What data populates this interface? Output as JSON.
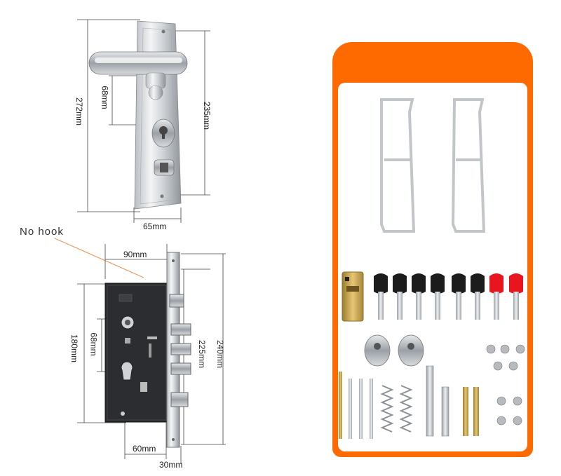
{
  "labels": {
    "no_hook": "No hook",
    "handle_height": "272mm",
    "handle_knob_offset": "68mm",
    "handle_plate_span": "235mm",
    "handle_width": "65mm",
    "body_width": "90mm",
    "body_height": "180mm",
    "body_spindle_offset": "68mm",
    "faceplate_inner": "225mm",
    "faceplate_outer": "240mm",
    "backset": "60mm",
    "faceplate_width": "30mm"
  },
  "colors": {
    "accent_orange": "#ff6a00",
    "key_black": "#1c1c1c",
    "key_red": "#e8141e",
    "brass": "#c9a24a",
    "steel": "#c6cacf"
  }
}
